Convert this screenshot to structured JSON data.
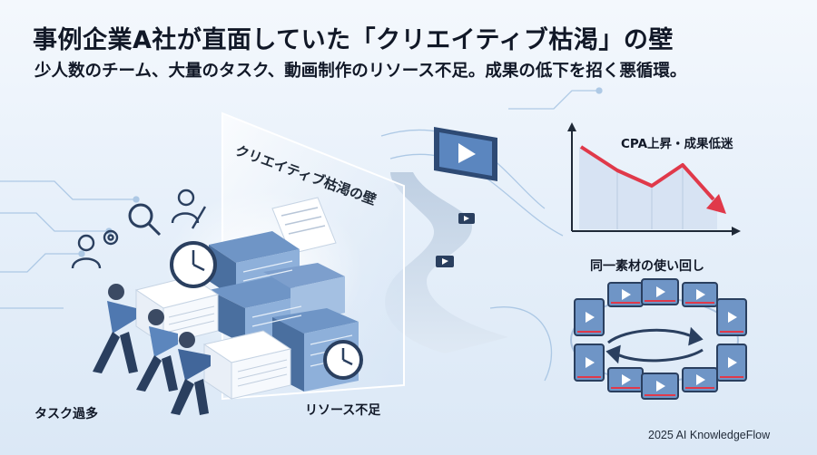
{
  "title": "事例企業A社が直面していた「クリエイティブ枯渇」の壁",
  "subtitle": "少人数のチーム、大量のタスク、動画制作のリソース不足。成果の低下を招く悪循環。",
  "wall_label": "クリエイティブ枯渇の壁",
  "labels": {
    "task_overload": "タスク過多",
    "resource_shortage": "リソース不足",
    "cpa_label": "CPA上昇・成果低迷",
    "reuse_label": "同一素材の使い回し"
  },
  "credit": "2025 AI KnowledgeFlow",
  "colors": {
    "accent_blue": "#3b6ea8",
    "navy": "#2a3f5f",
    "arrow_red": "#e0394a"
  },
  "icons": [
    "user-gear-icon",
    "search-icon",
    "user-pencil-icon",
    "clock-icon",
    "play-icon",
    "cycle-arrows-icon"
  ]
}
